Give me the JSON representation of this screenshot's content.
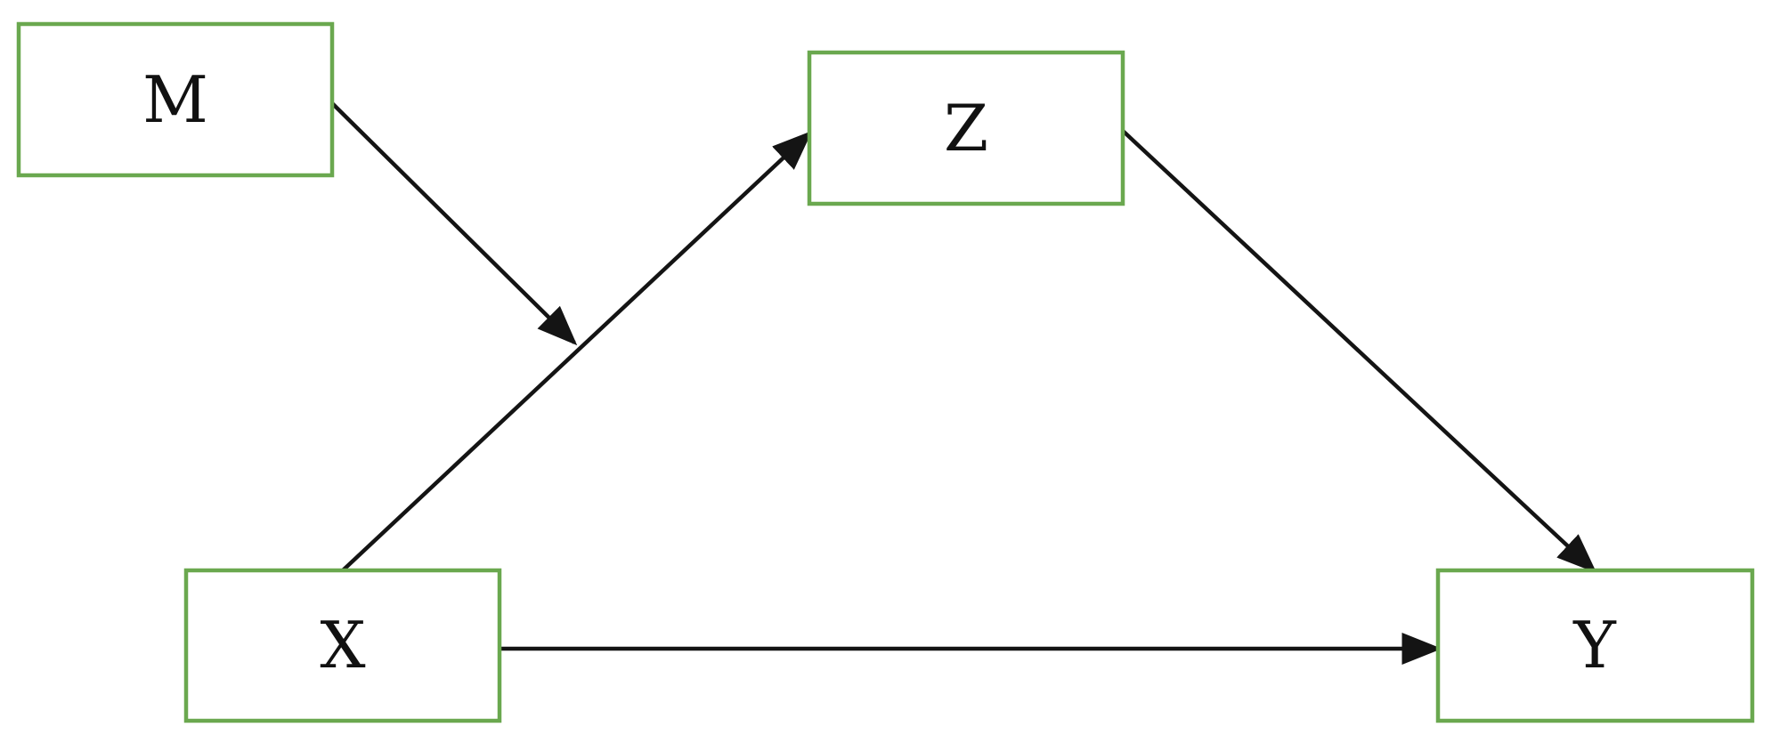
{
  "diagram": {
    "type": "moderated-mediation-path-diagram",
    "colors": {
      "box_border": "#6aa84f",
      "arrow": "#141414",
      "text": "#111111",
      "background": "#ffffff"
    },
    "nodes": [
      {
        "id": "M",
        "label": "M"
      },
      {
        "id": "Z",
        "label": "Z"
      },
      {
        "id": "X",
        "label": "X"
      },
      {
        "id": "Y",
        "label": "Y"
      }
    ],
    "edges": [
      {
        "from": "X",
        "to": "Z"
      },
      {
        "from": "Z",
        "to": "Y"
      },
      {
        "from": "X",
        "to": "Y"
      },
      {
        "from": "M",
        "to": "X->Z"
      }
    ]
  }
}
